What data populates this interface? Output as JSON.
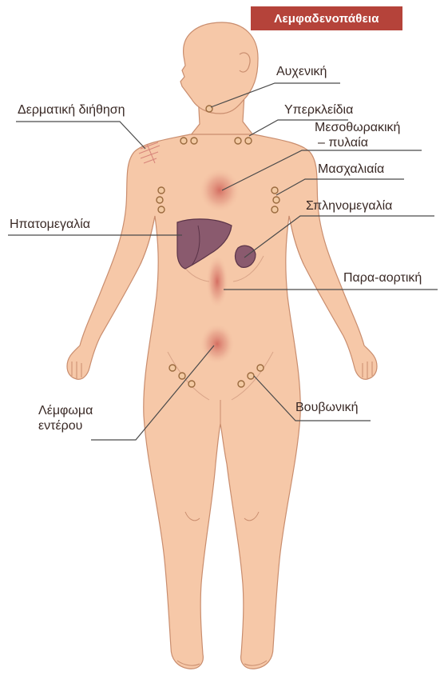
{
  "title": "Λεμφαδενοπάθεια",
  "colors": {
    "skin": "#f6c8a8",
    "skin_outline": "#c98d6e",
    "title_bg": "#b5433a",
    "node_fill": "#f2c9a2",
    "node_outline": "#9a6a3e",
    "organ": "#8a5a6e",
    "lesion": "#c9504a",
    "leader_line": "#4a4a4a"
  },
  "labels": {
    "cervical": "Αυχενική",
    "skin_rash": "Δερματική διήθηση",
    "supraclavicular": "Υπερκλείδια",
    "mediastinal_line1": "Μεσοθωρακική",
    "mediastinal_line2": "– πυλαία",
    "axillary": "Μασχαλιαία",
    "splenomegaly": "Σπληνομεγαλία",
    "hepatomegaly": "Ηπατομεγαλία",
    "para_aortic": "Παρα-αορτική",
    "intestinal_line1": "Λέμφωμα",
    "intestinal_line2": "εντέρου",
    "inguinal": "Βουβωνική"
  }
}
